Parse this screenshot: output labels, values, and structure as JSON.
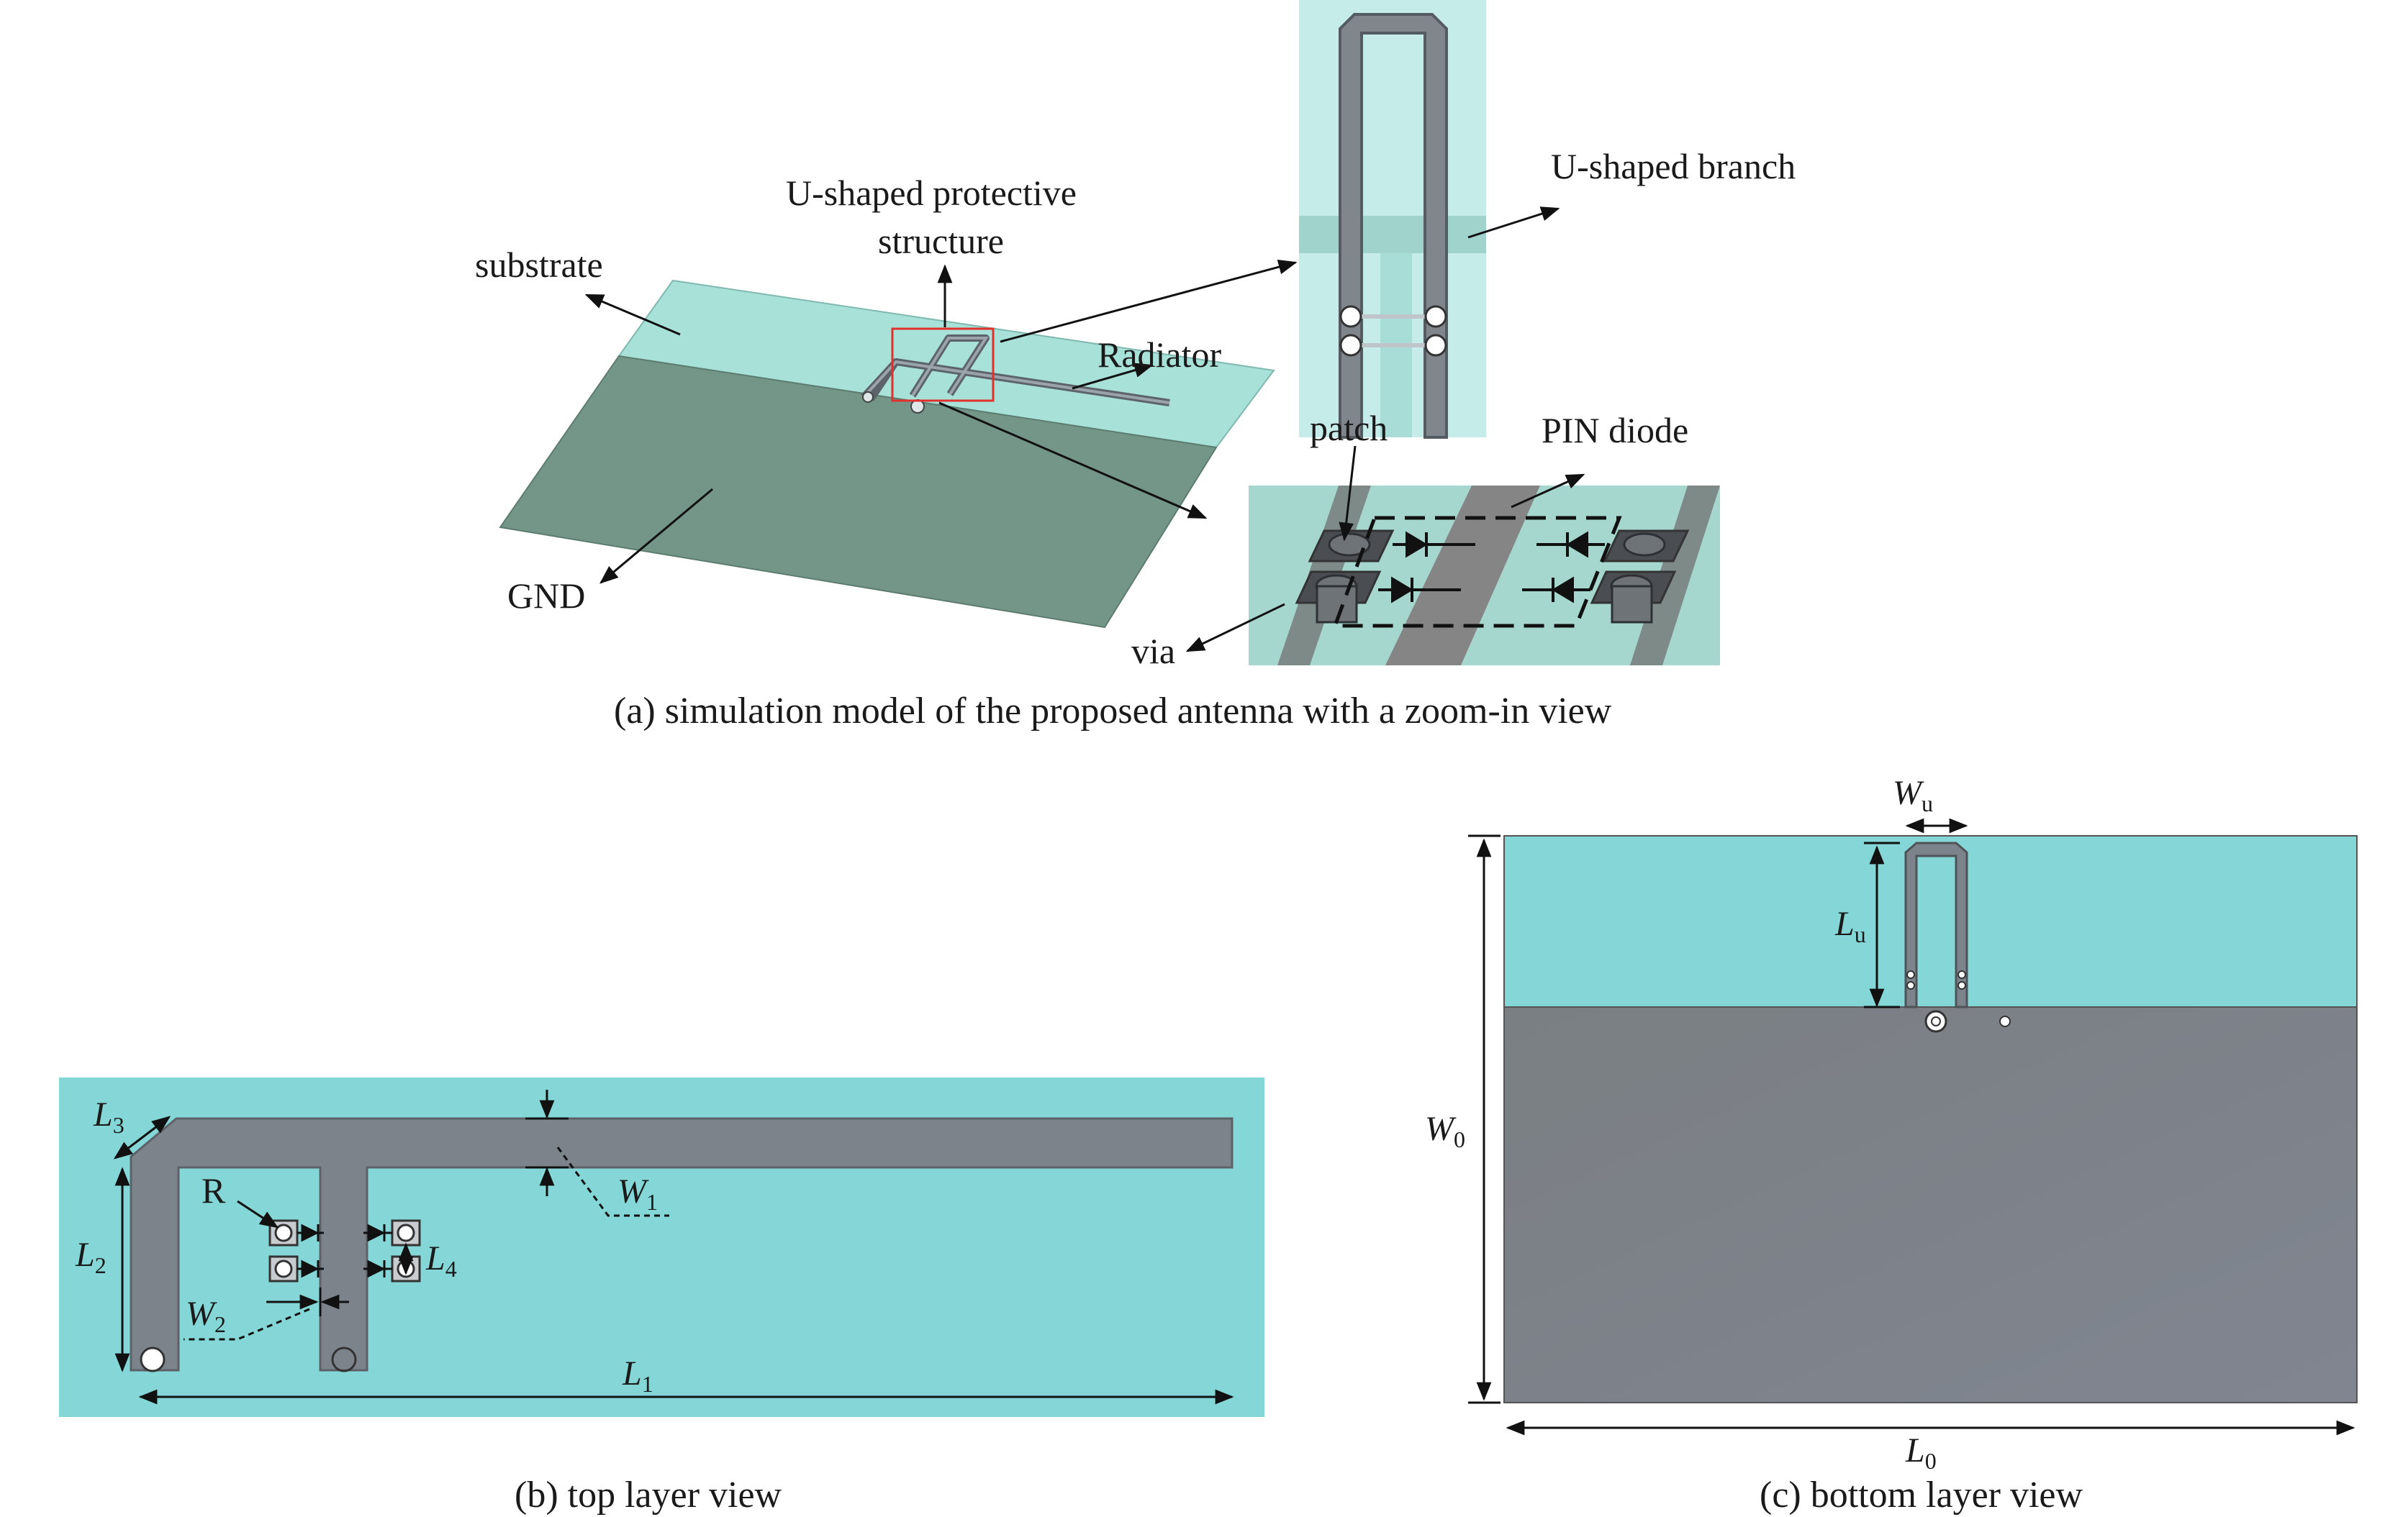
{
  "panel_a": {
    "labels": {
      "substrate": "substrate",
      "u_protective_line1": "U-shaped protective",
      "u_protective_line2": "structure",
      "radiator": "Radiator",
      "gnd": "GND",
      "u_branch": "U-shaped branch",
      "patch": "patch",
      "pin_diode": "PIN diode",
      "via": "via"
    },
    "caption": "(a) simulation model of the proposed antenna with a zoom-in view"
  },
  "panel_b": {
    "labels": {
      "R": "R",
      "L1": "L",
      "L1_sub": "1",
      "L2": "L",
      "L2_sub": "2",
      "L3": "L",
      "L3_sub": "3",
      "L4": "L",
      "L4_sub": "4",
      "W1": "W",
      "W1_sub": "1",
      "W2": "W",
      "W2_sub": "2"
    },
    "caption": "(b) top layer view"
  },
  "panel_c": {
    "labels": {
      "Wu": "W",
      "Wu_sub": "u",
      "Lu": "L",
      "Lu_sub": "u",
      "W0": "W",
      "W0_sub": "0",
      "L0": "L",
      "L0_sub": "0"
    },
    "caption": "(c) bottom layer view"
  },
  "colors": {
    "substrate": "#84d6d7",
    "substrate_light": "#a8e3dc",
    "gnd": "#7a8082",
    "gnd_3d": "#739689",
    "metal": "#7d8389",
    "highlight_box": "#e0312f"
  }
}
